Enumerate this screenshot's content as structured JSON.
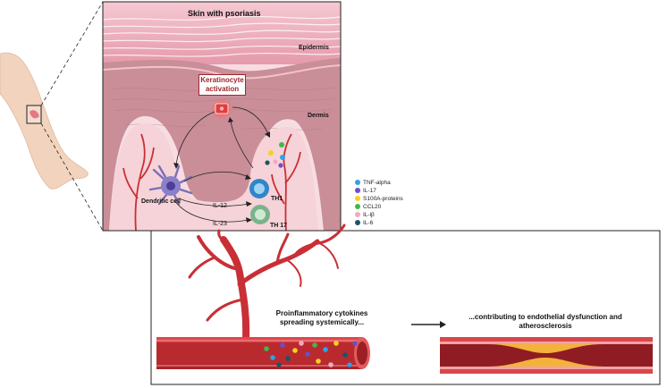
{
  "skin_panel": {
    "title": "Skin with psoriasis",
    "epidermis_label": "Epidermis",
    "dermis_label": "Dermis",
    "keratinocyte_label": "Keratinocyte activation",
    "dendritic_label": "Dendritic cell",
    "il12_label": "IL-12",
    "il23_label": "IL-23",
    "th1_label": "TH1",
    "th17_label": "TH 17"
  },
  "legend": {
    "items": [
      {
        "label": "TNF-alpha",
        "color": "#2ea3e6"
      },
      {
        "label": "IL-17",
        "color": "#6a4fc7"
      },
      {
        "label": "S100A-proteins",
        "color": "#f5d31c"
      },
      {
        "label": "CCL20",
        "color": "#3dba4a"
      },
      {
        "label": "IL-lβ",
        "color": "#f2a9c4"
      },
      {
        "label": "IL-6",
        "color": "#16566b"
      }
    ]
  },
  "vessel_panel": {
    "spreading_label": "Proinflammatory cytokines spreading systemically...",
    "contributing_label": "...contributing to endothelial dysfunction and atherosclerosis"
  },
  "colors": {
    "epidermis": "#e9a7b6",
    "dermis": "#f6d9dd",
    "vessel": "#d13a3e",
    "plaque": "#f3b23a"
  }
}
